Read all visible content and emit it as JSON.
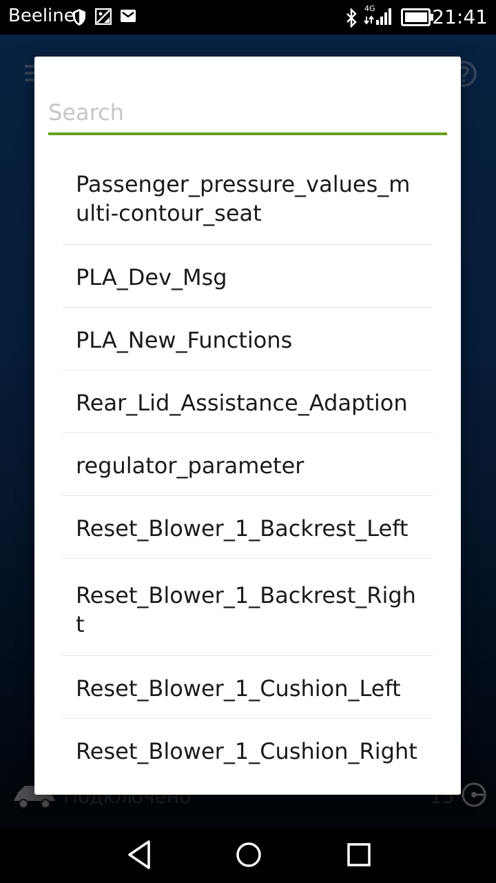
{
  "status_bar": {
    "carrier": "Beeline",
    "network_type": "4G",
    "time": "21:41",
    "icons": [
      "shield-icon",
      "image-icon",
      "mail-icon",
      "bluetooth-icon",
      "signal-icon",
      "battery-icon"
    ]
  },
  "background": {
    "connection_status": "Подключено",
    "count": "15"
  },
  "search": {
    "placeholder": "Search",
    "value": ""
  },
  "items": [
    {
      "label": "Passenger_pressure_values_multi-contour_seat"
    },
    {
      "label": "PLA_Dev_Msg"
    },
    {
      "label": "PLA_New_Functions"
    },
    {
      "label": "Rear_Lid_Assistance_Adaption"
    },
    {
      "label": "regulator_parameter"
    },
    {
      "label": "Reset_Blower_1_Backrest_Left"
    },
    {
      "label": "Reset_Blower_1_Backrest_Right"
    },
    {
      "label": "Reset_Blower_1_Cushion_Left"
    },
    {
      "label": "Reset_Blower_1_Cushion_Right"
    }
  ],
  "colors": {
    "accent": "#66a31c",
    "app_background": "#0e3f78"
  }
}
